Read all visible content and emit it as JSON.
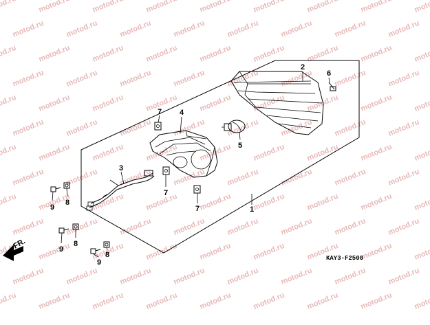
{
  "watermark": "motod.ru",
  "drawing_code": "KAY3-F2500",
  "front_label": "FR.",
  "callouts": {
    "lens": "2",
    "screw_top_right": "6",
    "clip_top": "7",
    "housing": "4",
    "bulb": "5",
    "harness": "3",
    "clip_mid": "7",
    "clip_bottom": "7",
    "assembly": "1",
    "bolt_top": "9",
    "nut_top": "8",
    "bolt_mid": "9",
    "nut_mid": "8",
    "bolt_bottom": "9",
    "nut_bottom": "8"
  }
}
